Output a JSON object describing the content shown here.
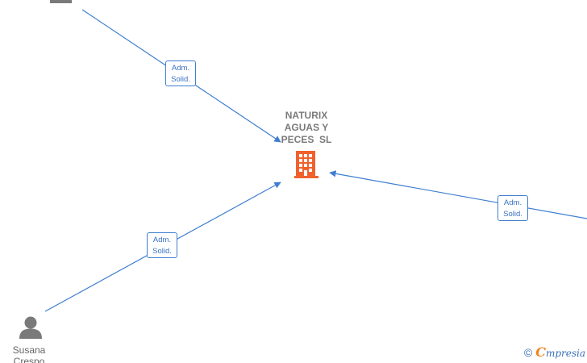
{
  "company": {
    "name_lines": [
      "NATURIX",
      "AGUAS Y",
      "PECES  SL"
    ],
    "icon": "building-icon",
    "color": "#f0622d"
  },
  "edges": [
    {
      "line1": "Adm.",
      "line2": "Solid."
    },
    {
      "line1": "Adm.",
      "line2": "Solid."
    },
    {
      "line1": "Adm.",
      "line2": "Solid."
    }
  ],
  "person": {
    "name_lines": [
      "Susana",
      "Crespo"
    ],
    "icon": "person-icon"
  },
  "footer": {
    "copyright": "©",
    "brand_initial": "C",
    "brand_rest": "mpresia"
  },
  "colors": {
    "link": "#3f7fd0",
    "node_gray": "#7a7a7a"
  }
}
